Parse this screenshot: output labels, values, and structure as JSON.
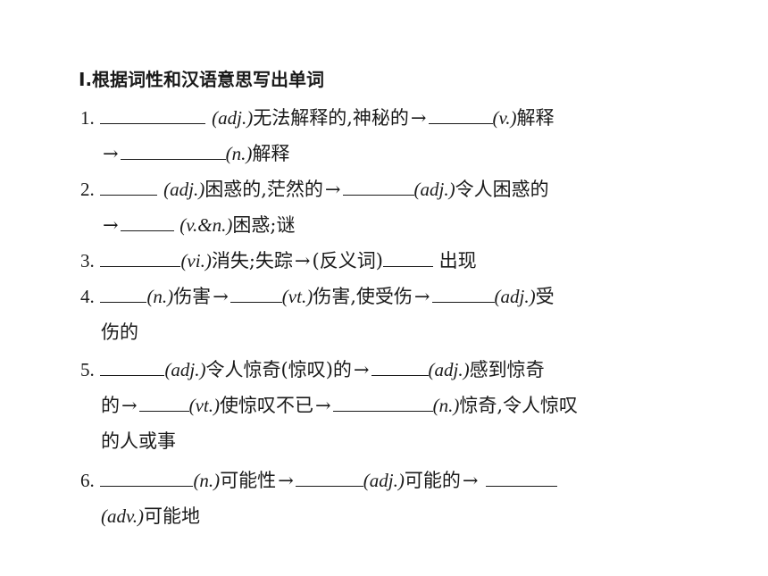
{
  "heading": "Ⅰ.根据词性和汉语意思写出单词",
  "item1": {
    "num": "1.",
    "pos1": "(adj.)",
    "text1": "无法解释的,神秘的",
    "arrow1": "→",
    "pos2": "(v.)",
    "text2": "解释",
    "arrow2": "→",
    "pos3": "(n.)",
    "text3": "解释"
  },
  "item2": {
    "num": "2.",
    "pos1": "(adj.)",
    "text1": "困惑的,茫然的",
    "arrow1": "→",
    "pos2": "(adj.)",
    "text2": "令人困惑的",
    "arrow2": "→",
    "pos3": "(v.&n.)",
    "text3": "困惑;谜"
  },
  "item3": {
    "num": "3.",
    "pos1": "(vi.)",
    "text1": "消失;失踪",
    "arrow1": "→",
    "text2": "(反义词)",
    "text3": "出现"
  },
  "item4": {
    "num": "4.",
    "pos1": "(n.)",
    "text1": "伤害",
    "arrow1": "→",
    "pos2": "(vt.)",
    "text2": "伤害,使受伤",
    "arrow2": "→",
    "pos3": "(adj.)",
    "text3": "受",
    "text4": "伤的"
  },
  "item5": {
    "num": "5.",
    "pos1": "(adj.)",
    "text1": "令人惊奇(惊叹)的",
    "arrow1": "→",
    "pos2": "(adj.)",
    "text2": "感到惊奇",
    "text3": "的",
    "arrow2": "→",
    "pos3": "(vt.)",
    "text4": "使惊叹不已",
    "arrow3": "→",
    "pos4": "(n.)",
    "text5": "惊奇,令人惊叹",
    "text6": "的人或事"
  },
  "item6": {
    "num": "6.",
    "pos1": "(n.)",
    "text1": "可能性",
    "arrow1": "→",
    "pos2": "(adj.)",
    "text2": "可能的",
    "arrow2": "→",
    "pos3": "(adv.)",
    "text3": "可能地"
  }
}
